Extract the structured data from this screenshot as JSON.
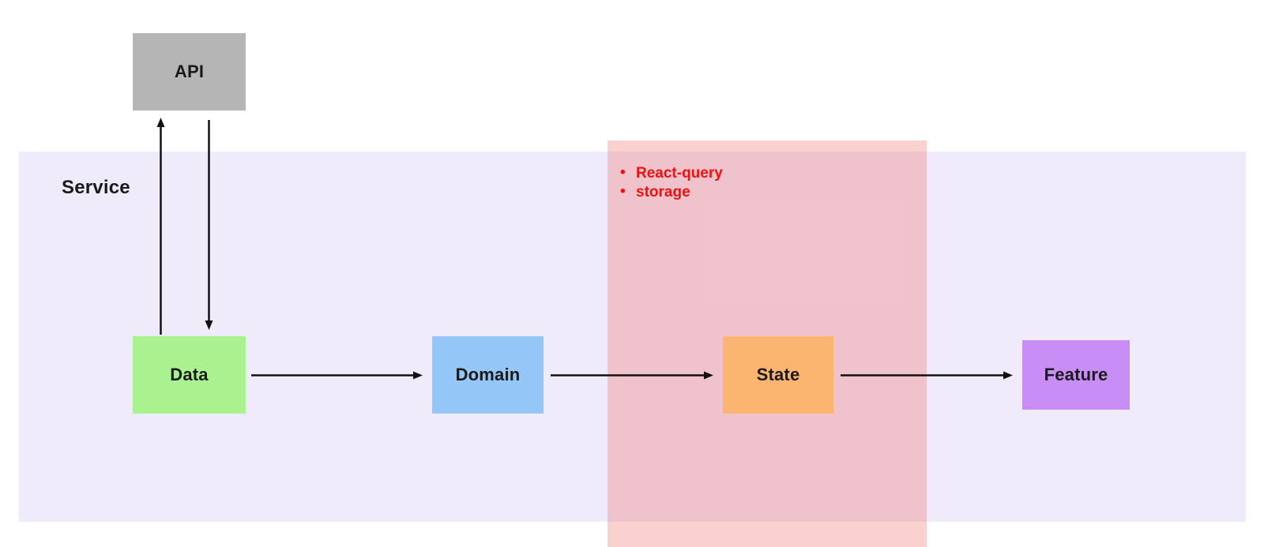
{
  "diagram": {
    "service_layer": {
      "label": "Service",
      "bg_color": "#efebfb"
    },
    "scope_overlay": {
      "overlay_color": "rgba(244,116,110,0.33)",
      "notes_text_color": "#ee1111",
      "notes": [
        "React-query",
        "storage"
      ]
    },
    "nodes": [
      {
        "id": "api",
        "label": "API",
        "color": "#b5b5b5"
      },
      {
        "id": "data",
        "label": "Data",
        "color": "#aaf18f"
      },
      {
        "id": "domain",
        "label": "Domain",
        "color": "#94c6f7"
      },
      {
        "id": "state",
        "label": "State",
        "color": "#fbb571"
      },
      {
        "id": "feature",
        "label": "Feature",
        "color": "#c88ef5"
      }
    ],
    "edges": [
      {
        "from": "Data",
        "to": "API",
        "direction": "up"
      },
      {
        "from": "API",
        "to": "Data",
        "direction": "down"
      },
      {
        "from": "Data",
        "to": "Domain",
        "direction": "right"
      },
      {
        "from": "Domain",
        "to": "State",
        "direction": "right"
      },
      {
        "from": "State",
        "to": "Feature",
        "direction": "right"
      }
    ],
    "edge_color": "#111111"
  }
}
